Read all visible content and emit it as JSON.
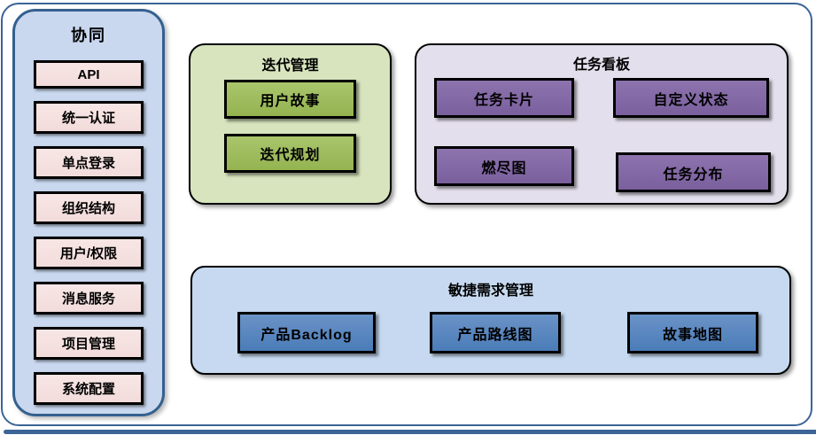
{
  "sidebar": {
    "title": "协同",
    "items": [
      {
        "label": "API"
      },
      {
        "label": "统一认证"
      },
      {
        "label": "单点登录"
      },
      {
        "label": "组织结构"
      },
      {
        "label": "用户/权限"
      },
      {
        "label": "消息服务"
      },
      {
        "label": "项目管理"
      },
      {
        "label": "系统配置"
      }
    ]
  },
  "groups": {
    "iteration": {
      "title": "迭代管理",
      "items": [
        "用户故事",
        "迭代规划"
      ]
    },
    "kanban": {
      "title": "任务看板",
      "items": [
        "任务卡片",
        "自定义状态",
        "燃尽图",
        "任务分布"
      ]
    },
    "agile": {
      "title": "敏捷需求管理",
      "items": [
        "产品Backlog",
        "产品路线图",
        "故事地图"
      ]
    }
  },
  "colors": {
    "frame_border": "#3c6496",
    "sidebar_fill": "#c9d8ef",
    "sidebar_border": "#34608f",
    "sidebar_item_fill": "#f2dcdb",
    "iteration_fill": "#d7e4bd",
    "iteration_item_fill": "#9cba58",
    "kanban_fill": "#e4dfec",
    "kanban_item_fill": "#7f63a1",
    "agile_fill": "#c6d9f0",
    "agile_item_fill": "#4f81bd",
    "item_border": "#000000",
    "text": "#000000"
  }
}
